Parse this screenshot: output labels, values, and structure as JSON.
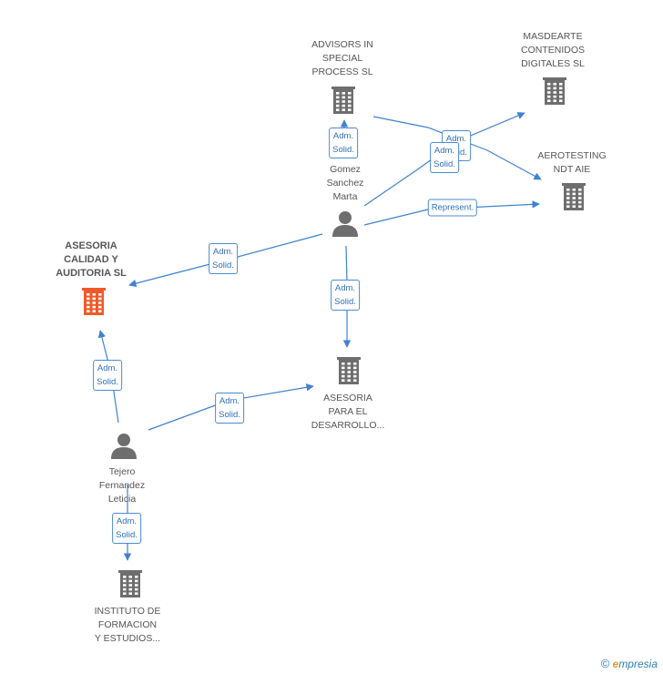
{
  "colors": {
    "edge": "#3f82cf",
    "company": "#6e6e6e",
    "highlight_company": "#f05a28",
    "person": "#6e6e6e"
  },
  "nodes": [
    {
      "id": "advisors",
      "type": "company-icon",
      "label": "ADVISORS IN\nSPECIAL\nPROCESS  SL"
    },
    {
      "id": "masdearte",
      "type": "company-icon",
      "label": "MASDEARTE\nCONTENIDOS\nDIGITALES SL"
    },
    {
      "id": "aerotesting",
      "type": "company-icon",
      "label": "AEROTESTING\nNDT AIE"
    },
    {
      "id": "gomez",
      "type": "person-icon",
      "label": "Gomez\nSanchez\nMarta"
    },
    {
      "id": "asesoria_calidad",
      "type": "highlight-company-icon",
      "label": "ASESORIA\nCALIDAD Y\nAUDITORIA SL"
    },
    {
      "id": "asesoria_desarrollo",
      "type": "company-icon",
      "label": "ASESORIA\nPARA EL\nDESARROLLO..."
    },
    {
      "id": "tejero",
      "type": "person-icon",
      "label": "Tejero\nFernandez\nLeticia"
    },
    {
      "id": "instituto",
      "type": "company-icon",
      "label": "INSTITUTO DE\nFORMACION\nY ESTUDIOS..."
    }
  ],
  "edges": [
    {
      "from": "gomez",
      "to": "advisors",
      "label": "Adm.\nSolid."
    },
    {
      "from": "advisors",
      "to": "aerotesting",
      "label": "Adm.\nSolid."
    },
    {
      "from": "gomez",
      "to": "masdearte",
      "label": "Adm.\nSolid."
    },
    {
      "from": "gomez",
      "to": "aerotesting",
      "label": "Represent."
    },
    {
      "from": "gomez",
      "to": "asesoria_calidad",
      "label": "Adm.\nSolid."
    },
    {
      "from": "gomez",
      "to": "asesoria_desarrollo",
      "label": "Adm.\nSolid."
    },
    {
      "from": "tejero",
      "to": "asesoria_calidad",
      "label": "Adm.\nSolid."
    },
    {
      "from": "tejero",
      "to": "asesoria_desarrollo",
      "label": "Adm.\nSolid."
    },
    {
      "from": "tejero",
      "to": "instituto",
      "label": "Adm.\nSolid."
    }
  ],
  "footer": {
    "copyright": "©",
    "brand_initial": "e",
    "brand_rest": "mpresia"
  }
}
